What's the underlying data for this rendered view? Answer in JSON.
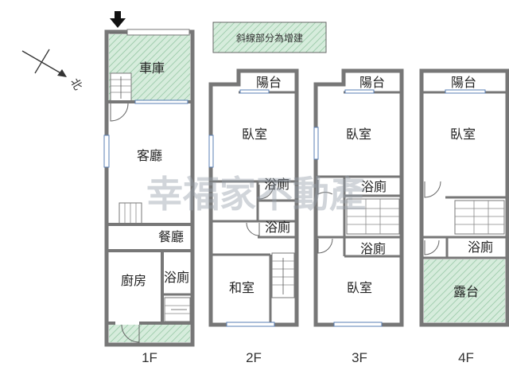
{
  "legend": {
    "text": "斜線部分為增建"
  },
  "compass": {
    "label": "北"
  },
  "watermark": {
    "text": "幸福家不動產"
  },
  "floors": {
    "f1": {
      "label": "1F",
      "rooms": {
        "garage": "車庫",
        "living": "客廳",
        "dining": "餐廳",
        "kitchen": "廚房",
        "bath": "浴廁"
      }
    },
    "f2": {
      "label": "2F",
      "rooms": {
        "balcony": "陽台",
        "bedroom": "臥室",
        "bath1": "浴廁",
        "bath2": "浴廁",
        "washitsu": "和室"
      }
    },
    "f3": {
      "label": "3F",
      "rooms": {
        "balcony": "陽台",
        "bedroom1": "臥室",
        "bath1": "浴廁",
        "bath2": "浴廁",
        "bedroom2": "臥室"
      }
    },
    "f4": {
      "label": "4F",
      "rooms": {
        "balcony": "陽台",
        "bedroom": "臥室",
        "bath": "浴廁",
        "terrace": "露台"
      }
    }
  },
  "colors": {
    "wall": "#777777",
    "hatch_fill": "#d6ecdc",
    "hatch_line": "#8cc29c",
    "window": "#5a7fb5",
    "arrow": "#111111"
  }
}
